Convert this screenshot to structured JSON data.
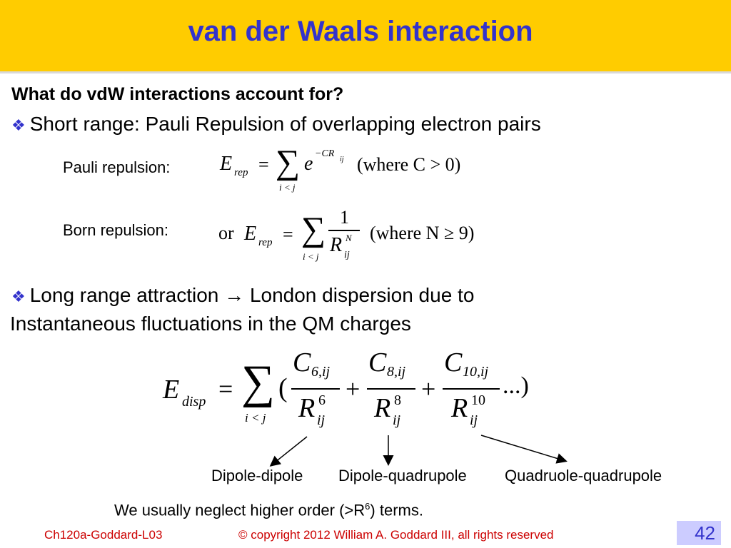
{
  "header": {
    "title": "van der Waals interaction",
    "bg_color": "#ffcc00",
    "title_color": "#3333cc"
  },
  "content": {
    "question": "What do vdW interactions account for?",
    "bullet1": "Short range: Pauli Repulsion of overlapping electron pairs",
    "pauli_label": "Pauli repulsion:",
    "born_label": "Born repulsion:",
    "bullet2_part1": "Long range attraction",
    "bullet2_arrow": "→",
    "bullet2_part2": "London dispersion due to",
    "bullet2_line2": "Instantaneous fluctuations in the QM charges",
    "bullet_icon": "diamond-bullet-icon",
    "equations": {
      "pauli": {
        "lhs_symbol": "E",
        "lhs_sub": "rep",
        "sum_index": "i < j",
        "term_base": "e",
        "term_exp": "−CR",
        "term_exp_sub": "ij",
        "condition": "(where C > 0)"
      },
      "born": {
        "prefix": "or",
        "lhs_symbol": "E",
        "lhs_sub": "rep",
        "sum_index": "i < j",
        "numerator": "1",
        "denom_base": "R",
        "denom_sup": "N",
        "denom_sub": "ij",
        "condition": "(where N ≥ 9)"
      },
      "dispersion": {
        "lhs_symbol": "E",
        "lhs_sub": "disp",
        "sum_index": "i < j",
        "terms": [
          {
            "num_base": "C",
            "num_sub": "6,ij",
            "den_base": "R",
            "den_sup": "6",
            "den_sub": "ij"
          },
          {
            "num_base": "C",
            "num_sub": "8,ij",
            "den_base": "R",
            "den_sup": "8",
            "den_sub": "ij"
          },
          {
            "num_base": "C",
            "num_sub": "10,ij",
            "den_base": "R",
            "den_sup": "10",
            "den_sub": "ij"
          }
        ],
        "tail": "...)"
      }
    },
    "term_names": [
      "Dipole-dipole",
      "Dipole-quadrupole",
      "Quadruole-quadrupole"
    ],
    "note_prefix": "We usually neglect higher order (>R",
    "note_sup": "6",
    "note_suffix": ") terms."
  },
  "footer": {
    "course": "Ch120a-Goddard-L03",
    "copyright": "© copyright 2012 William A. Goddard III, all rights reserved",
    "page": "42",
    "text_color": "#cc0000",
    "page_bg": "#ccccff"
  }
}
